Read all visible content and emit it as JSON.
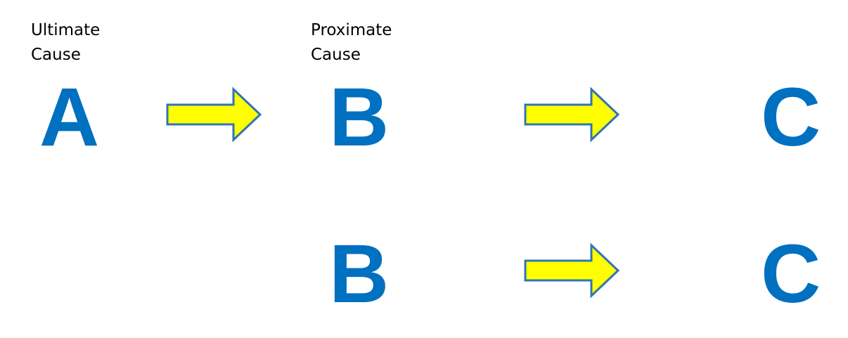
{
  "captions": {
    "ultimate": [
      "Ultimate",
      "Cause"
    ],
    "proximate": [
      "Proximate",
      "Cause"
    ]
  },
  "rows": [
    {
      "nodes": [
        "A",
        "B",
        "C"
      ]
    },
    {
      "nodes": [
        "B",
        "C"
      ]
    }
  ],
  "colors": {
    "letter": "#0070c0",
    "arrow_fill": "#ffff00",
    "arrow_stroke": "#2e75b6",
    "text": "#000000"
  },
  "icons": {
    "arrow": "right-block-arrow-icon"
  }
}
